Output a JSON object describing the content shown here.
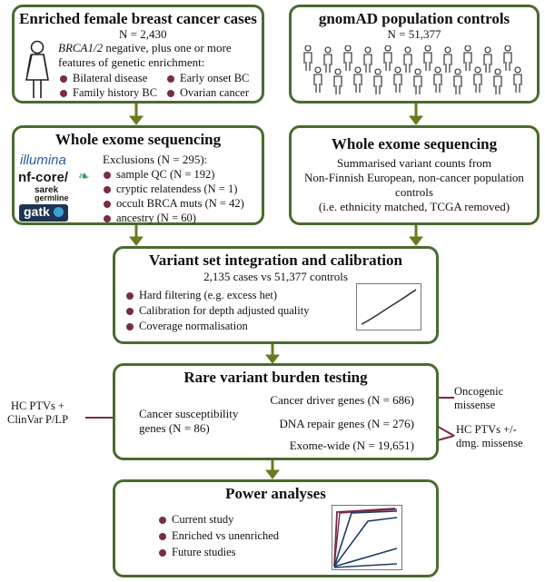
{
  "cases": {
    "title": "Enriched female breast cancer cases",
    "n": "N = 2,430",
    "desc_italic": "BRCA1/2",
    "desc_rest": " negative, plus one or more",
    "desc2": "features of genetic enrichment:",
    "features": [
      "Bilateral disease",
      "Early onset BC",
      "Family history BC",
      "Ovarian cancer"
    ]
  },
  "controls": {
    "title": "gnomAD population controls",
    "n": "N = 51,377"
  },
  "wes_cases": {
    "title": "Whole exome sequencing",
    "exclusions_header": "Exclusions (N = 295):",
    "exclusions": [
      "sample QC (N = 192)",
      "cryptic relatendess (N = 1)",
      "occult BRCA muts (N = 42)",
      "ancestry (N = 60)"
    ],
    "logos": {
      "illumina": "illumina",
      "nfcore": "nf-core/",
      "sarek": "sarek",
      "germline": "germline",
      "gatk": "gatk"
    }
  },
  "wes_controls": {
    "title": "Whole exome sequencing",
    "lines": [
      "Summarised variant counts from",
      "Non-Finnish European, non-cancer population",
      "controls",
      "(i.e. ethnicity matched, TCGA removed)"
    ]
  },
  "integration": {
    "title": "Variant set integration and calibration",
    "subtitle": "2,135 cases vs 51,377 controls",
    "items": [
      "Hard filtering (e.g. excess het)",
      "Calibration for depth adjusted quality",
      "Coverage normalisation"
    ]
  },
  "burden": {
    "title": "Rare variant burden testing",
    "susceptibility": [
      "Cancer susceptibility",
      "genes (N = 86)"
    ],
    "sets": [
      "Cancer driver genes (N = 686)",
      "DNA repair genes (N = 276)",
      "Exome-wide (N = 19,651)"
    ],
    "left_label": [
      "HC PTVs +",
      "ClinVar P/LP"
    ],
    "right_top": [
      "Oncogenic",
      "missense"
    ],
    "right_bottom": [
      "HC PTVs +/-",
      "dmg. missense"
    ]
  },
  "power": {
    "title": "Power analyses",
    "items": [
      "Current study",
      "Enriched vs unenriched",
      "Future studies"
    ]
  },
  "colors": {
    "border": "#4a6b2e",
    "arrow": "#6b7a1e",
    "dot": "#7a2a4a",
    "curve_navy": "#1f3a66",
    "curve_maroon": "#7a2a4a"
  }
}
